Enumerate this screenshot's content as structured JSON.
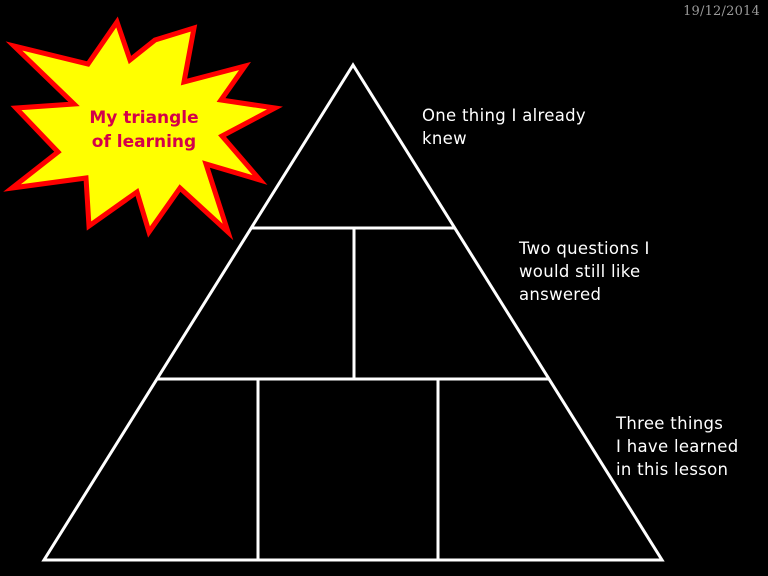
{
  "slide": {
    "date": "19/12/2014",
    "star_title_lines": [
      "My triangle",
      "of learning"
    ],
    "tiers": [
      {
        "lines": [
          "One thing I already",
          "knew"
        ]
      },
      {
        "lines": [
          "Two questions I",
          "would still like",
          "answered"
        ]
      },
      {
        "lines": [
          "Three things",
          "I have learned",
          "in this lesson"
        ]
      }
    ]
  },
  "colors": {
    "background": "#000000",
    "lines": "#ffffff",
    "star_fill": "#ffff00",
    "star_outline": "#ff0000",
    "star_text": "#d4004a",
    "date_text": "#9a9a9a"
  }
}
